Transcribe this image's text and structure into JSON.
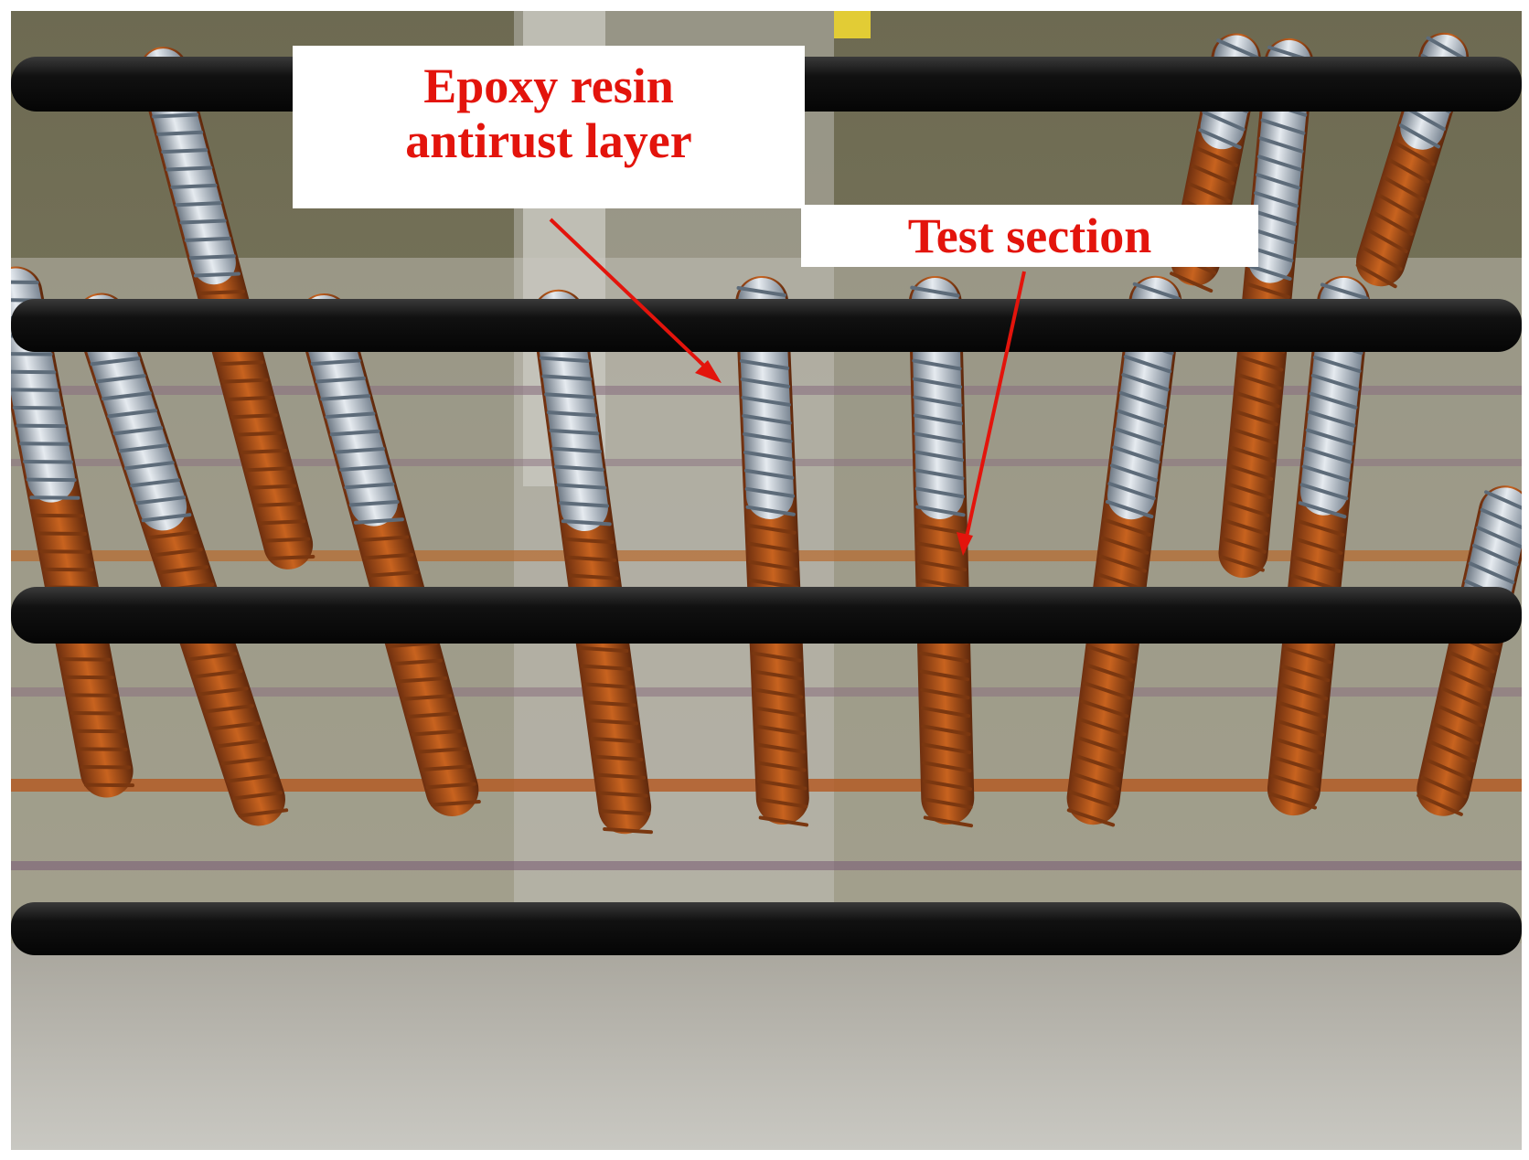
{
  "labels": {
    "epoxy_line1": "Epoxy resin",
    "epoxy_line2": "antirust layer",
    "test_section": "Test section"
  },
  "colors": {
    "annotation_text": "#e3140c",
    "arrow": "#e3140c",
    "rust": "#b4531c",
    "rebar": "#aab4bf",
    "black_bar": "#141414",
    "wall": "#77745a"
  }
}
